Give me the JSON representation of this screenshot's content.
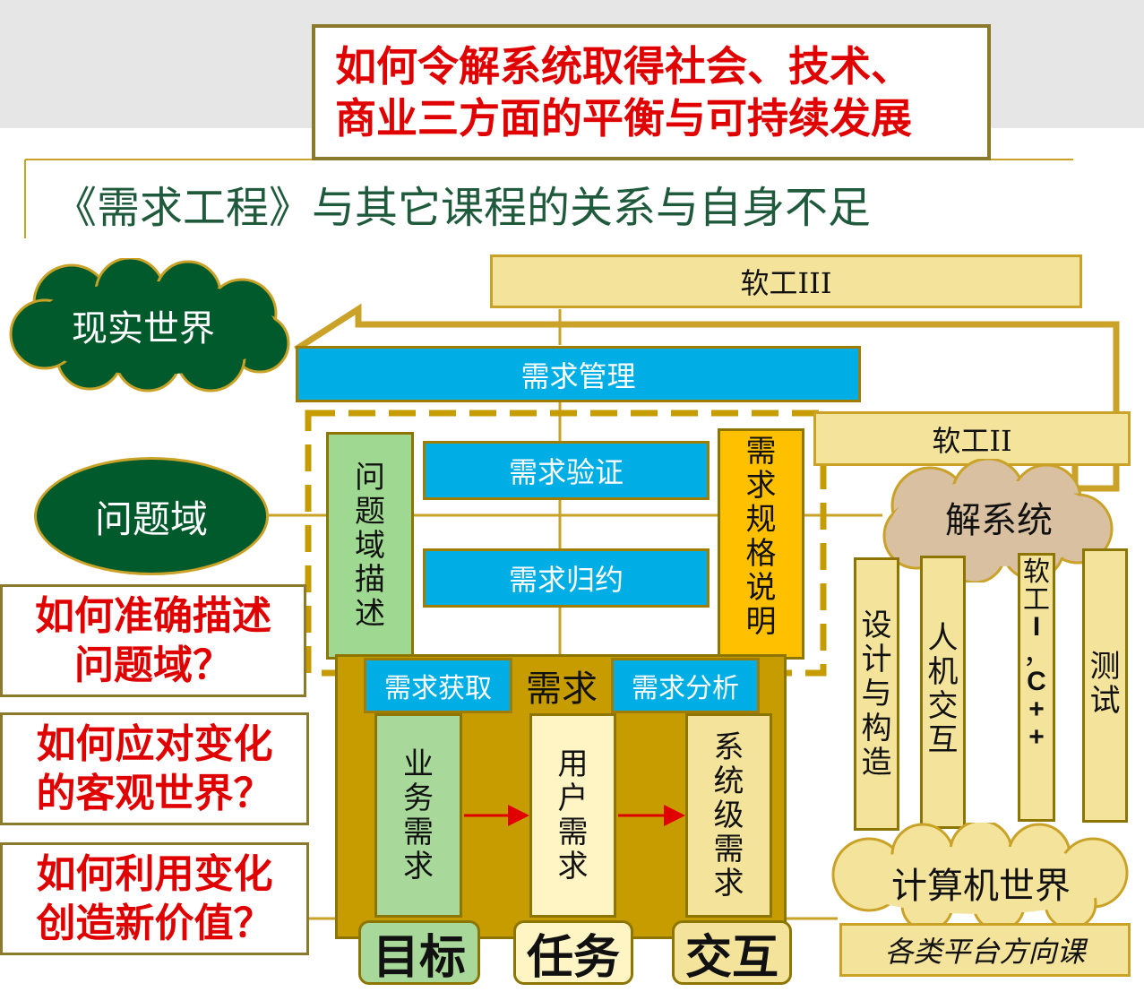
{
  "title_box": {
    "line1": "如何令解系统取得社会、技术、",
    "line2": "商业三方面的平衡与可持续发展"
  },
  "subtitle": "《需求工程》与其它课程的关系与自身不足",
  "clouds": {
    "real_world": "现实世界",
    "problem_domain": "问题域",
    "solution_system": "解系统",
    "computer_world": "计算机世界"
  },
  "bars": {
    "se3": "软工III",
    "req_mgmt": "需求管理",
    "se2": "软工II",
    "req_verify": "需求验证",
    "req_induct": "需求归约",
    "req_elicit": "需求获取",
    "req_center": "需求",
    "req_analysis": "需求分析"
  },
  "vertical": {
    "problem_desc": [
      "问",
      "题",
      "域",
      "描",
      "述"
    ],
    "spec": [
      "需",
      "求",
      "规",
      "格",
      "说",
      "明"
    ],
    "biz_req": [
      "业",
      "务",
      "需",
      "求"
    ],
    "user_req": [
      "用",
      "户",
      "需",
      "求"
    ],
    "sys_req": [
      "系",
      "统",
      "级",
      "需",
      "求"
    ],
    "design": [
      "设",
      "计",
      "与",
      "构",
      "造"
    ],
    "hci": [
      "人",
      "机",
      "交",
      "互"
    ],
    "se1": [
      "软",
      "工",
      "I",
      "，",
      "C",
      "+",
      "+"
    ],
    "test": [
      "测",
      "试"
    ]
  },
  "questions": {
    "q1": {
      "line1": "如何准确描述",
      "line2": "问题域？"
    },
    "q2": {
      "line1": "如何应对变化",
      "line2": "的客观世界？"
    },
    "q3": {
      "line1": "如何利用变化",
      "line2": "创造新价值？"
    }
  },
  "tabs": {
    "goal": "目标",
    "task": "任务",
    "interaction": "交互"
  },
  "platform_course": "各类平台方向课",
  "colors": {
    "title_red": "#e00000",
    "subtitle_green": "#1f5a3c",
    "cloud_green": "#005a2b",
    "cloud_tan": "#d8c0a0",
    "req_blue": "#00aee6",
    "gold": "#c9a227",
    "dark_gold": "#c69c00",
    "light_green": "#9fd890",
    "light_tan": "#f4e39b",
    "orange": "#ffc000"
  }
}
